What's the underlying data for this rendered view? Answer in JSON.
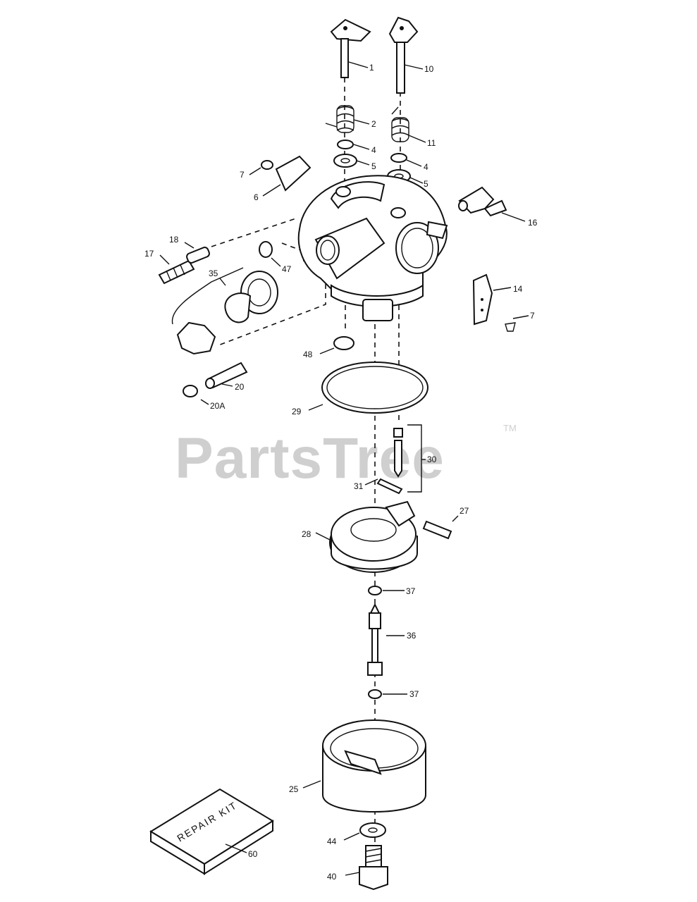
{
  "watermark": {
    "text": "PartsTree",
    "tm": "TM"
  },
  "repair_kit_text": "REPAIR KIT",
  "labels": [
    {
      "id": "1",
      "text": "1"
    },
    {
      "id": "10",
      "text": "10"
    },
    {
      "id": "2",
      "text": "2"
    },
    {
      "id": "11",
      "text": "11"
    },
    {
      "id": "4a",
      "text": "4"
    },
    {
      "id": "4b",
      "text": "4"
    },
    {
      "id": "5a",
      "text": "5"
    },
    {
      "id": "5b",
      "text": "5"
    },
    {
      "id": "7a",
      "text": "7"
    },
    {
      "id": "6",
      "text": "6"
    },
    {
      "id": "16",
      "text": "16"
    },
    {
      "id": "18",
      "text": "18"
    },
    {
      "id": "17",
      "text": "17"
    },
    {
      "id": "47",
      "text": "47"
    },
    {
      "id": "35",
      "text": "35"
    },
    {
      "id": "14",
      "text": "14"
    },
    {
      "id": "7b",
      "text": "7"
    },
    {
      "id": "48",
      "text": "48"
    },
    {
      "id": "20",
      "text": "20"
    },
    {
      "id": "20A",
      "text": "20A"
    },
    {
      "id": "29",
      "text": "29"
    },
    {
      "id": "30",
      "text": "30"
    },
    {
      "id": "31",
      "text": "31"
    },
    {
      "id": "27",
      "text": "27"
    },
    {
      "id": "28",
      "text": "28"
    },
    {
      "id": "37a",
      "text": "37"
    },
    {
      "id": "36",
      "text": "36"
    },
    {
      "id": "37b",
      "text": "37"
    },
    {
      "id": "25",
      "text": "25"
    },
    {
      "id": "44",
      "text": "44"
    },
    {
      "id": "60",
      "text": "60"
    },
    {
      "id": "40",
      "text": "40"
    }
  ]
}
